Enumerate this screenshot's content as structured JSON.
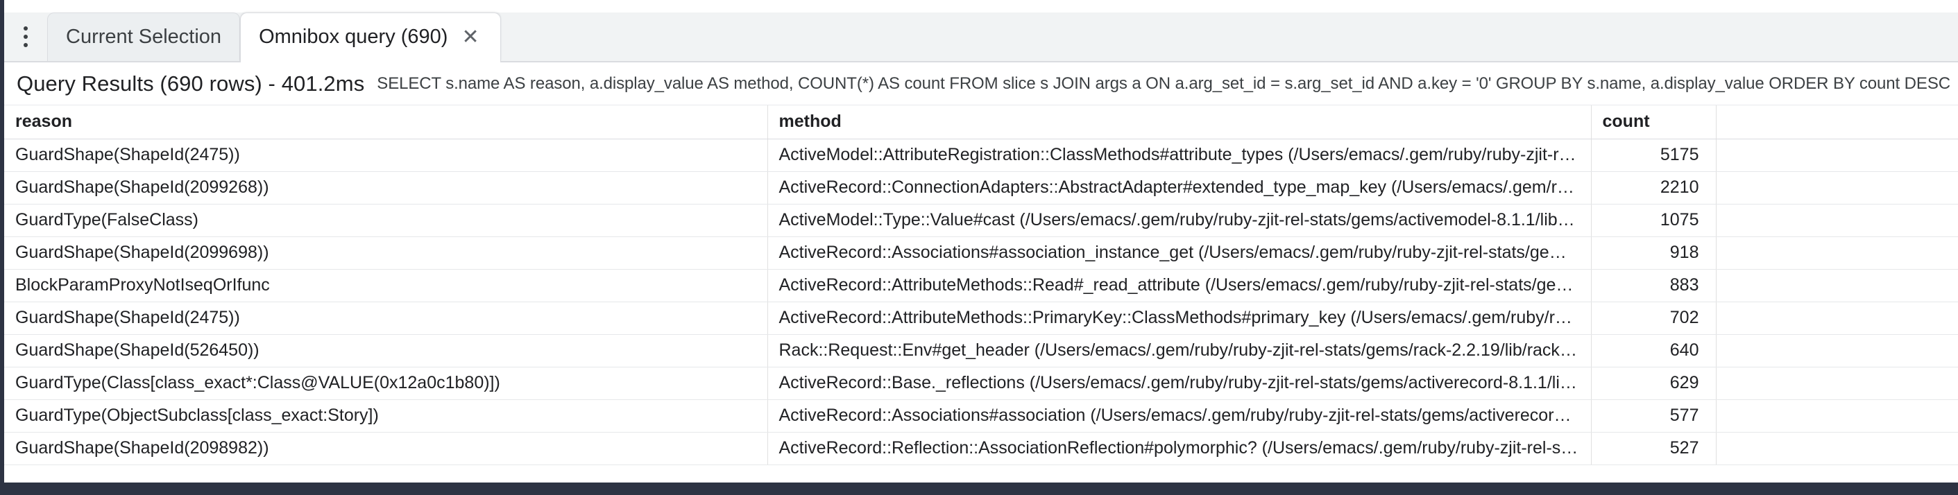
{
  "tabbar": {
    "menu_icon": "more-vertical-icon",
    "tabs": [
      {
        "label": "Current Selection",
        "active": false,
        "closable": false
      },
      {
        "label": "Omnibox query (690)",
        "active": true,
        "closable": true
      }
    ],
    "close_icon": "close-icon"
  },
  "query_header": {
    "title": "Query Results (690 rows) - 401.2ms",
    "sql": "SELECT s.name AS reason, a.display_value AS method, COUNT(*) AS count FROM slice s JOIN args a ON a.arg_set_id = s.arg_set_id AND a.key = '0' GROUP BY s.name, a.display_value ORDER BY count DESC"
  },
  "table": {
    "columns": [
      "reason",
      "method",
      "count",
      ""
    ],
    "rows": [
      {
        "reason": "GuardShape(ShapeId(2475))",
        "method": "ActiveModel::AttributeRegistration::ClassMethods#attribute_types (/Users/emacs/.gem/ruby/ruby-zjit-re…",
        "count": "5175"
      },
      {
        "reason": "GuardShape(ShapeId(2099268))",
        "method": "ActiveRecord::ConnectionAdapters::AbstractAdapter#extended_type_map_key (/Users/emacs/.gem/rub…",
        "count": "2210"
      },
      {
        "reason": "GuardType(FalseClass)",
        "method": "ActiveModel::Type::Value#cast (/Users/emacs/.gem/ruby/ruby-zjit-rel-stats/gems/activemodel-8.1.1/lib…",
        "count": "1075"
      },
      {
        "reason": "GuardShape(ShapeId(2099698))",
        "method": "ActiveRecord::Associations#association_instance_get (/Users/emacs/.gem/ruby/ruby-zjit-rel-stats/gem…",
        "count": "918"
      },
      {
        "reason": "BlockParamProxyNotIseqOrIfunc",
        "method": "ActiveRecord::AttributeMethods::Read#_read_attribute (/Users/emacs/.gem/ruby/ruby-zjit-rel-stats/gem…",
        "count": "883"
      },
      {
        "reason": "GuardShape(ShapeId(2475))",
        "method": "ActiveRecord::AttributeMethods::PrimaryKey::ClassMethods#primary_key (/Users/emacs/.gem/ruby/rub…",
        "count": "702"
      },
      {
        "reason": "GuardShape(ShapeId(526450))",
        "method": "Rack::Request::Env#get_header (/Users/emacs/.gem/ruby/ruby-zjit-rel-stats/gems/rack-2.2.19/lib/rack/…",
        "count": "640"
      },
      {
        "reason": "GuardType(Class[class_exact*:Class@VALUE(0x12a0c1b80)])",
        "method": "ActiveRecord::Base._reflections (/Users/emacs/.gem/ruby/ruby-zjit-rel-stats/gems/activerecord-8.1.1/li…",
        "count": "629"
      },
      {
        "reason": "GuardType(ObjectSubclass[class_exact:Story])",
        "method": "ActiveRecord::Associations#association (/Users/emacs/.gem/ruby/ruby-zjit-rel-stats/gems/activerecor…",
        "count": "577"
      },
      {
        "reason": "GuardShape(ShapeId(2098982))",
        "method": "ActiveRecord::Reflection::AssociationReflection#polymorphic? (/Users/emacs/.gem/ruby/ruby-zjit-rel-st…",
        "count": "527"
      }
    ]
  },
  "colors": {
    "chrome_dark": "#2d3343",
    "tab_strip_bg": "#f1f3f4",
    "text": "#202124",
    "grid_line": "#e0e0e0"
  }
}
